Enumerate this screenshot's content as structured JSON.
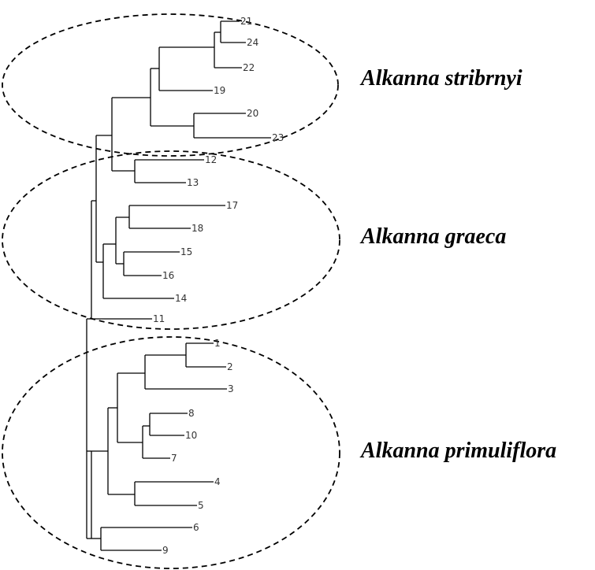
{
  "clades": [
    {
      "name": "Alkanna stribrnyi"
    },
    {
      "name": "Alkanna graeca"
    },
    {
      "name": "Alkanna primuliflora"
    }
  ],
  "leaves": [
    "21",
    "24",
    "22",
    "19",
    "20",
    "23",
    "12",
    "13",
    "17",
    "18",
    "15",
    "16",
    "14",
    "11",
    "1",
    "2",
    "3",
    "8",
    "10",
    "7",
    "4",
    "5",
    "6",
    "9"
  ]
}
